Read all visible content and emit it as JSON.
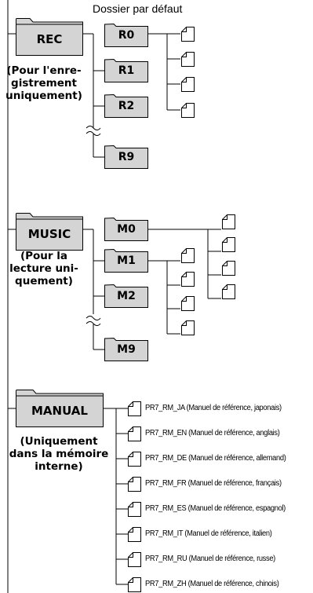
{
  "default_folder_label": "Dossier par défaut",
  "top_folders": {
    "rec": {
      "name": "REC",
      "caption": [
        "(Pour l'enre-",
        "gistrement",
        "uniquement)"
      ]
    },
    "music": {
      "name": "MUSIC",
      "caption": [
        "(Pour la",
        "lecture uni-",
        "quement)"
      ]
    },
    "manual": {
      "name": "MANUAL",
      "caption": [
        "(Uniquement",
        "dans la mémoire",
        "interne)"
      ]
    }
  },
  "subfolders": {
    "r0": "R0",
    "r1": "R1",
    "r2": "R2",
    "r9": "R9",
    "m0": "M0",
    "m1": "M1",
    "m2": "M2",
    "m9": "M9"
  },
  "manual_files": [
    "PR7_RM_JA (Manuel de référence, japonais)",
    "PR7_RM_EN (Manuel de référence, anglais)",
    "PR7_RM_DE (Manuel de référence, allemand)",
    "PR7_RM_FR (Manuel de référence, français)",
    "PR7_RM_ES (Manuel de référence, espagnol)",
    "PR7_RM_IT (Manuel de référence, italien)",
    "PR7_RM_RU (Manuel de référence, russe)",
    "PR7_RM_ZH (Manuel de référence, chinois)"
  ],
  "colors": {
    "folder_fill": "#d4d4d4",
    "line": "#000000"
  }
}
